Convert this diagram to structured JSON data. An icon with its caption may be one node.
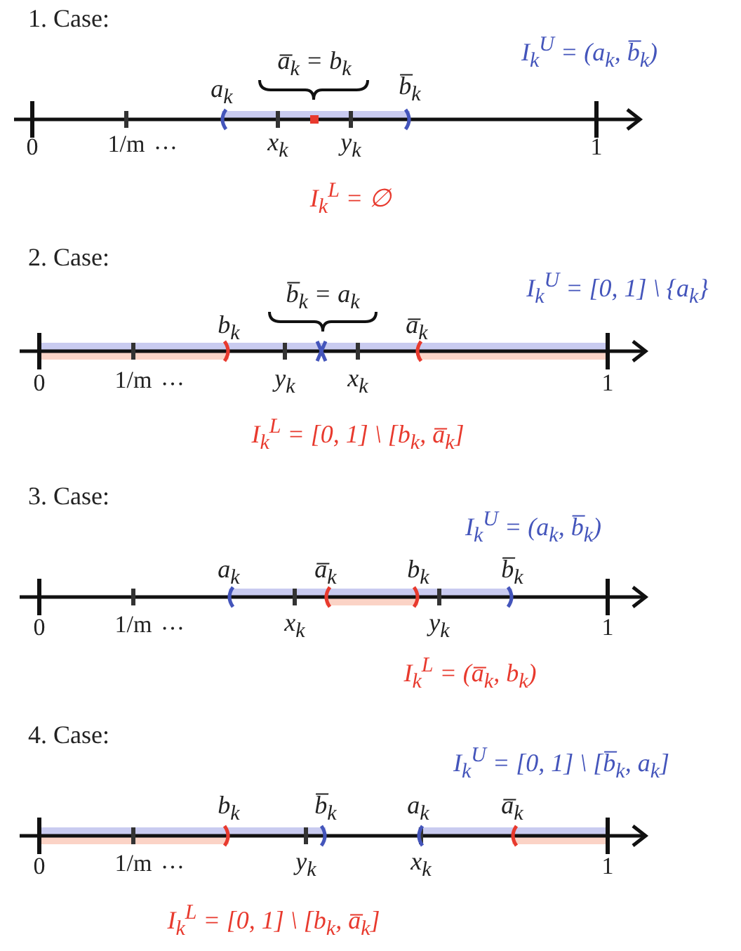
{
  "diagram": {
    "labels": [
      "1. Case:",
      "a̅$_{k}$ = b$_{k}$",
      "I$_{k}$$^{U}$ = (a$_{k}$, b̅$_{k}$)",
      "a$_{k}$",
      "b̅$_{k}$",
      "0",
      "1/m",
      "…",
      "x$_{k}$",
      "y$_{k}$",
      "1",
      "I$_{k}$$^{L}$ = ∅",
      "2. Case:",
      "b̅$_{k}$ = a$_{k}$",
      "I$_{k}$$^{U}$ = [0, 1] \\ {a$_{k}$}",
      "b$_{k}$",
      "a̅$_{k}$",
      "0",
      "1/m",
      "…",
      "y$_{k}$",
      "x$_{k}$",
      "1",
      "I$_{k}$$^{L}$ = [0, 1] \\ [b$_{k}$, a̅$_{k}$]",
      "3. Case:",
      "I$_{k}$$^{U}$ = (a$_{k}$, b̅$_{k}$)",
      "a$_{k}$",
      "a̅$_{k}$",
      "b$_{k}$",
      "b̅$_{k}$",
      "0",
      "1/m",
      "…",
      "x$_{k}$",
      "y$_{k}$",
      "1",
      "I$_{k}$$^{L}$ = (a̅$_{k}$, b$_{k}$)",
      "4. Case:",
      "I$_{k}$$^{U}$ = [0, 1] \\ [b̅$_{k}$, a$_{k}$]",
      "b$_{k}$",
      "b̅$_{k}$",
      "a$_{k}$",
      "a̅$_{k}$",
      "0",
      "1/m",
      "…",
      "y$_{k}$",
      "x$_{k}$",
      "1",
      "I$_{k}$$^{L}$ = [0, 1] \\ [b$_{k}$, a̅$_{k}$]"
    ]
  }
}
